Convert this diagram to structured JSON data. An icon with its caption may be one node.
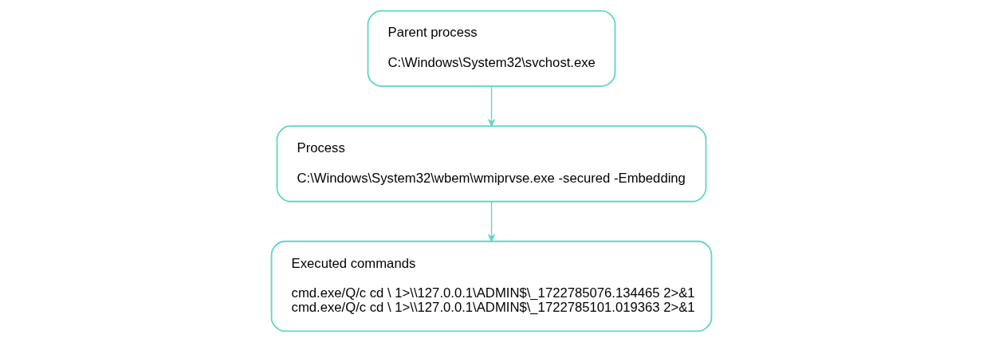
{
  "diagram": {
    "nodes": [
      {
        "text": [
          "Parent process",
          "C:\\Windows\\System32\\svchost.exe"
        ]
      },
      {
        "text": [
          "Process",
          "C:\\Windows\\System32\\wbem\\wmiprvse.exe -secured -Embedding"
        ]
      },
      {
        "text": [
          "Executed commands",
          "cmd.exe/Q/c cd \\ 1>\\\\127.0.0.1\\ADMIN$\\_1722785076.134465 2>&1",
          "cmd.exe/Q/c cd \\ 1>\\\\127.0.0.1\\ADMIN$\\_1722785101.019363 2>&1"
        ]
      }
    ],
    "edges": [
      {
        "from": 0,
        "to": 1,
        "arrow": "to"
      },
      {
        "from": 1,
        "to": 2,
        "arrow": "to"
      }
    ]
  }
}
